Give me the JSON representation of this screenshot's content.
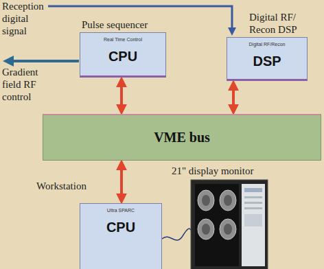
{
  "diagram": {
    "nodes": [
      {
        "text": [
          "Pulse sequencer",
          "Real Time Control",
          "CPU"
        ]
      },
      {
        "text": [
          "Digital RF/ Recon DSP",
          "Digital RF/Recon",
          "DSP"
        ]
      },
      {
        "text": [
          "VME bus"
        ]
      },
      {
        "text": [
          "Workstation",
          "Ultra SPARC",
          "CPU"
        ]
      }
    ],
    "edges": [
      {
        "from": 0,
        "to": 2,
        "arrow": "both"
      },
      {
        "from": 1,
        "to": 2,
        "arrow": "both"
      },
      {
        "from": 2,
        "to": 3,
        "arrow": "both"
      }
    ],
    "labels": [
      "Reception digital signal",
      "Gradient field RF control",
      "21\" display monitor"
    ]
  }
}
